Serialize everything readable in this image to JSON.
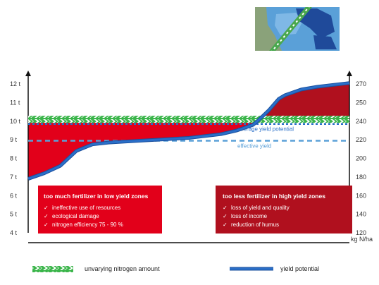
{
  "chart_data": {
    "type": "area",
    "title": "",
    "y_left_ticks": [
      "4 t",
      "5 t",
      "6 t",
      "7 t",
      "8 t",
      "9 t",
      "10 t",
      "11 t",
      "12 t"
    ],
    "y_left_range": [
      4,
      12
    ],
    "y_right_ticks": [
      "120",
      "140",
      "160",
      "180",
      "200",
      "220",
      "240",
      "250",
      "270"
    ],
    "y_right_unit": "kg N/ha",
    "grid": false,
    "series": [
      {
        "name": "yield potential",
        "color": "#2a6fc9",
        "x": [
          0,
          5,
          10,
          15,
          20,
          25,
          30,
          40,
          50,
          60,
          65,
          70,
          72,
          75,
          78,
          80,
          85,
          90,
          95,
          100
        ],
        "y": [
          6.9,
          7.2,
          7.6,
          8.4,
          8.75,
          8.85,
          8.9,
          9.0,
          9.1,
          9.3,
          9.5,
          9.8,
          10.1,
          10.6,
          11.2,
          11.4,
          11.7,
          11.85,
          11.95,
          12.05
        ]
      },
      {
        "name": "unvarying nitrogen amount",
        "color": "#3ab54a",
        "x": [
          0,
          100
        ],
        "y": [
          10.1,
          10.1
        ]
      }
    ],
    "reference_lines": [
      {
        "name": "average yield potential",
        "y": 9.85,
        "color": "#2a6fc9"
      },
      {
        "name": "effective yield",
        "y": 8.95,
        "color": "#5aa0d8"
      }
    ],
    "annotations": {
      "low_zone": {
        "title": "too much fertilizer in low yield zones",
        "items": [
          "ineffective use of resources",
          "ecological damage",
          "nitrogen efficiency 75 - 90 %"
        ],
        "color": "#e2001a"
      },
      "high_zone": {
        "title": "too less fertilizer in high yield zones",
        "items": [
          "loss of yield and quality",
          "loss of income",
          "reduction of humus"
        ],
        "color": "#b0101e"
      }
    }
  },
  "legend": {
    "nitrogen_label": "unvarying nitrogen amount",
    "yield_label": "yield potential"
  },
  "map_thumbnail": {
    "colors": [
      "#1f4a9a",
      "#7fb8e6",
      "#5aa0d8",
      "#4aa84e"
    ]
  }
}
